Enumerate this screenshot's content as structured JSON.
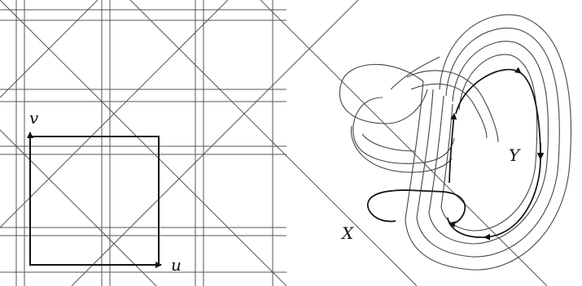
{
  "figure": {
    "left_panel": {
      "axis_labels": {
        "u": "u",
        "v": "v"
      }
    },
    "right_panel": {
      "curve_labels": {
        "x": "X",
        "y": "Y"
      }
    }
  }
}
